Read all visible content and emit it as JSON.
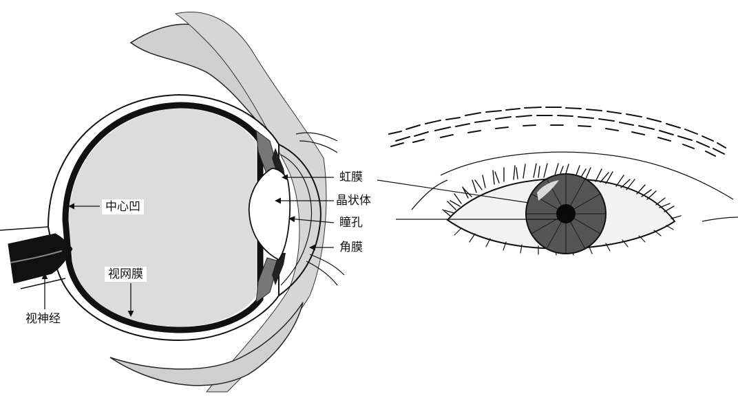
{
  "cross_section": {
    "labels": {
      "iris": "虹膜",
      "lens": "晶状体",
      "pupil": "瞳孔",
      "cornea": "角膜",
      "fovea": "中心凹",
      "retina": "视网膜",
      "optic_nerve": "视神经"
    }
  },
  "colors": {
    "ink": "#111111",
    "vitreous": "#dcdcdc",
    "eyelid": "#c8c8c8",
    "iris_fill": "#555555",
    "pupil_fill": "#0a0a0a"
  }
}
